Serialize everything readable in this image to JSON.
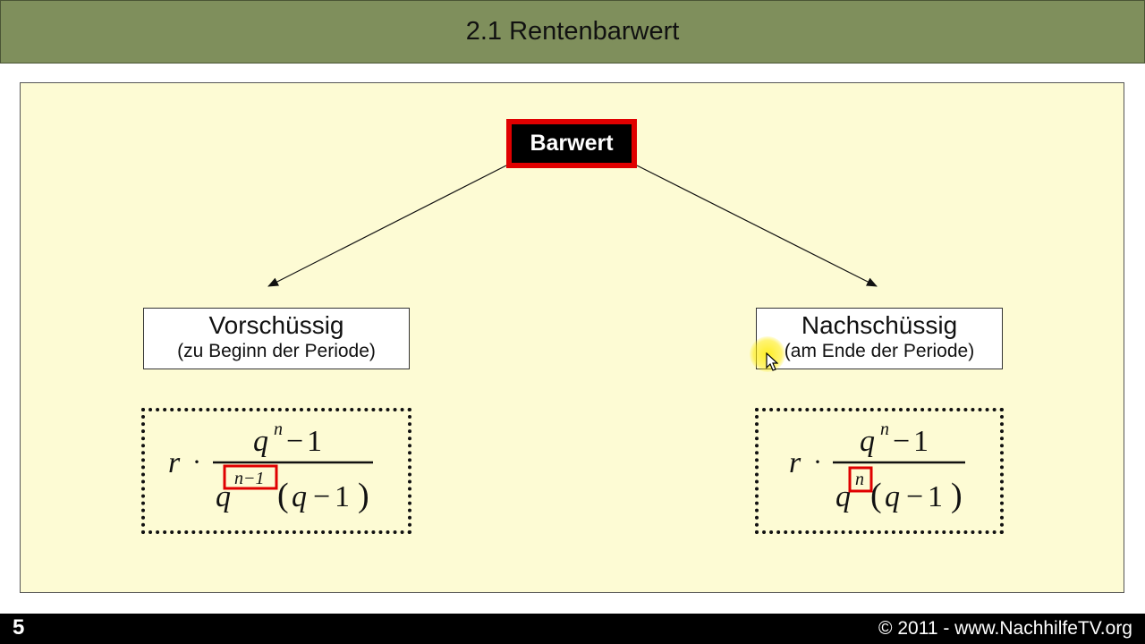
{
  "header": {
    "title": "2.1 Rentenbarwert"
  },
  "diagram": {
    "root": "Barwert",
    "left": {
      "title": "Vorschüssig",
      "subtitle": "(zu Beginn der Periode)",
      "formula": {
        "factor": "r",
        "dot": "·",
        "q": "q",
        "n": "n",
        "minus": "−",
        "one": "1",
        "exponent": "n−1",
        "open": "(",
        "close": ")"
      }
    },
    "right": {
      "title": "Nachschüssig",
      "subtitle": "(am Ende der Periode)",
      "formula": {
        "factor": "r",
        "dot": "·",
        "q": "q",
        "n": "n",
        "minus": "−",
        "one": "1",
        "exponent": "n",
        "open": "(",
        "close": ")"
      }
    }
  },
  "footer": {
    "page": "5",
    "copyright": "© 2011 - www.NachhilfeTV.org"
  },
  "colors": {
    "header": "#7f8f5c",
    "panel": "#fdfbd4",
    "highlight": "#e00000"
  }
}
